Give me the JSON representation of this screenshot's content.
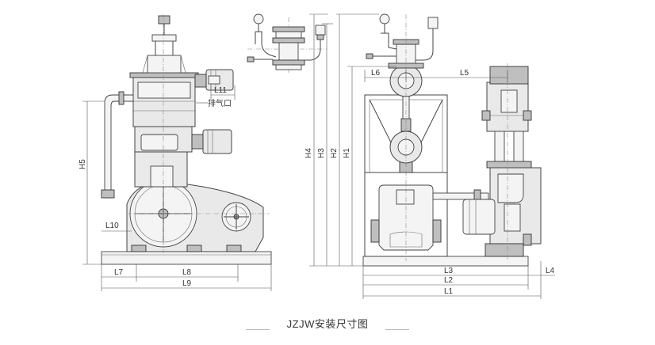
{
  "caption": "JZJW安装尺寸图",
  "annotations": {
    "exhaust_port": "排气口"
  },
  "dimension_labels": {
    "L1": "L1",
    "L2": "L2",
    "L3": "L3",
    "L4": "L4",
    "L5": "L5",
    "L6": "L6",
    "L7": "L7",
    "L8": "L8",
    "L9": "L9",
    "L10": "L10",
    "L11": "L11",
    "H1": "H1",
    "H2": "H2",
    "H3": "H3",
    "H4": "H4",
    "H5": "H5"
  }
}
